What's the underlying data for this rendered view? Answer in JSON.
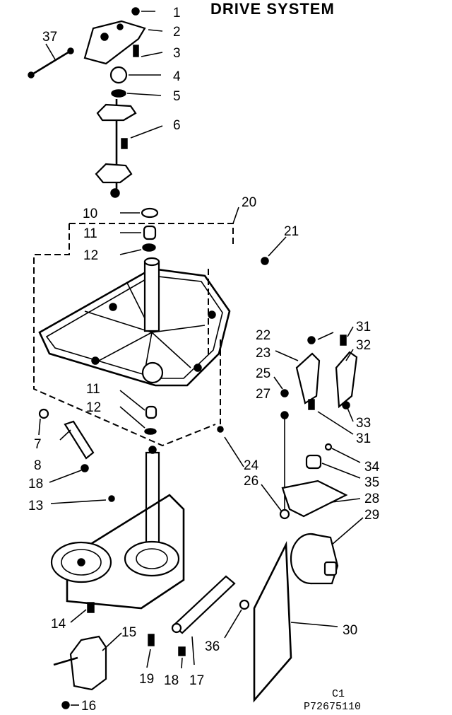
{
  "title": "DRIVE SYSTEM",
  "labels": {
    "l1": "1",
    "l2": "2",
    "l3": "3",
    "l4": "4",
    "l5": "5",
    "l6": "6",
    "l7": "7",
    "l8": "8",
    "l10": "10",
    "l11a": "11",
    "l12a": "12",
    "l11b": "11",
    "l12b": "12",
    "l13": "13",
    "l14": "14",
    "l15": "15",
    "l16": "16",
    "l17": "17",
    "l18a": "18",
    "l18b": "18",
    "l19": "19",
    "l20": "20",
    "l21": "21",
    "l22": "22",
    "l23": "23",
    "l24": "24",
    "l25": "25",
    "l26": "26",
    "l27": "27",
    "l28": "28",
    "l29": "29",
    "l30": "30",
    "l31a": "31",
    "l31b": "31",
    "l32": "32",
    "l33": "33",
    "l34": "34",
    "l35": "35",
    "l36": "36",
    "l37": "37"
  },
  "footer": {
    "code": "C1",
    "part_number": "P72675110"
  }
}
